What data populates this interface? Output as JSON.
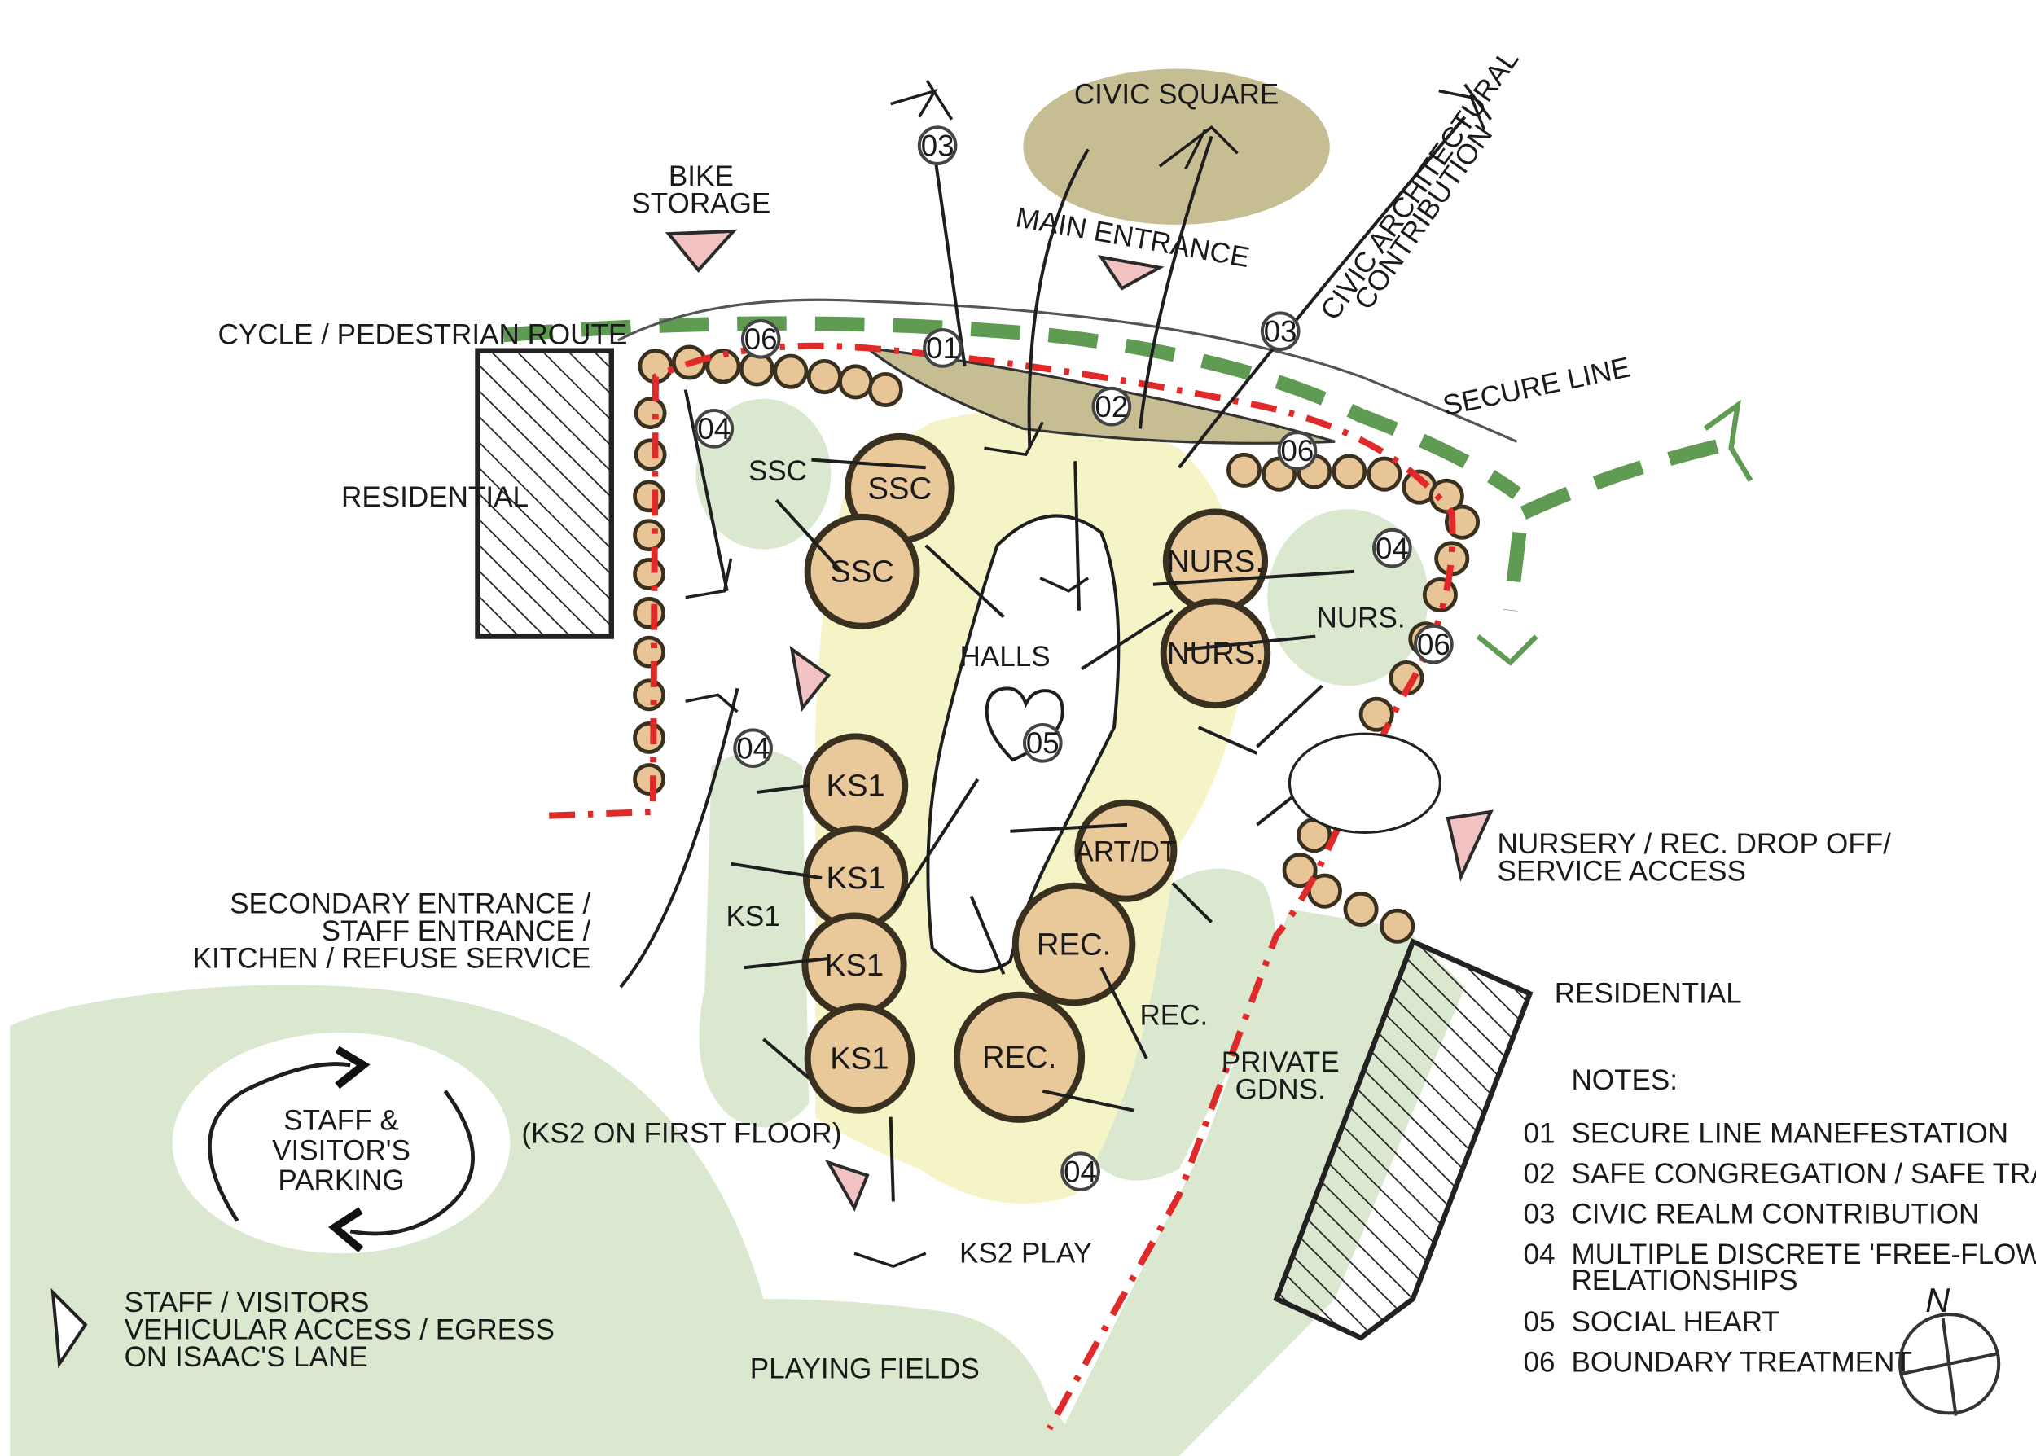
{
  "labels": {
    "civic_square": "CIVIC SQUARE",
    "bike_storage_1": "BIKE",
    "bike_storage_2": "STORAGE",
    "main_entrance": "MAIN ENTRANCE",
    "civic_arch_1": "CIVIC ARCHITECTURAL",
    "civic_arch_2": "CONTRIBUTION",
    "cycle_route": "CYCLE / PEDESTRIAN ROUTE",
    "secure_line": "SECURE LINE",
    "residential_top": "RESIDENTIAL",
    "residential_bottom": "RESIDENTIAL",
    "halls": "HALLS",
    "secondary_1": "SECONDARY ENTRANCE /",
    "secondary_2": "STAFF ENTRANCE /",
    "secondary_3": "KITCHEN / REFUSE SERVICE",
    "nursery_drop_1": "NURSERY / REC. DROP OFF/",
    "nursery_drop_2": "SERVICE ACCESS",
    "ks2_first_floor": "(KS2 ON FIRST FLOOR)",
    "ks2_play": "KS2 PLAY",
    "playing_fields": "PLAYING FIELDS",
    "private_gdns_1": "PRIVATE",
    "private_gdns_2": "GDNS.",
    "parking_1": "STAFF &",
    "parking_2": "VISITOR'S",
    "parking_3": "PARKING",
    "vehicle_1": "STAFF / VISITORS",
    "vehicle_2": "VEHICULAR ACCESS / EGRESS",
    "vehicle_3": "ON ISAAC'S LANE",
    "outdoor_ssc": "SSC",
    "outdoor_nurs": "NURS.",
    "outdoor_ks1": "KS1",
    "outdoor_rec": "REC."
  },
  "buildings": {
    "ssc_1": "SSC",
    "ssc_2": "SSC",
    "nurs_1": "NURS.",
    "nurs_2": "NURS.",
    "ks1_1": "KS1",
    "ks1_2": "KS1",
    "ks1_3": "KS1",
    "ks1_4": "KS1",
    "art_dt": "ART/DT",
    "rec_1": "REC.",
    "rec_2": "REC."
  },
  "markers": {
    "m01": "01",
    "m02": "02",
    "m03a": "03",
    "m03b": "03",
    "m04a": "04",
    "m04b": "04",
    "m04c": "04",
    "m04d": "04",
    "m05": "05",
    "m06a": "06",
    "m06b": "06",
    "m06c": "06"
  },
  "notes": {
    "title": "NOTES:",
    "items": [
      {
        "num": "01",
        "text": "SECURE LINE MANEFESTATION"
      },
      {
        "num": "02",
        "text": "SAFE CONGREGATION / SAFE TRANSITION"
      },
      {
        "num": "03",
        "text": "CIVIC REALM CONTRIBUTION"
      },
      {
        "num": "04",
        "text": "MULTIPLE DISCRETE 'FREE-FLOW'",
        "text2": "RELATIONSHIPS"
      },
      {
        "num": "05",
        "text": "SOCIAL HEART"
      },
      {
        "num": "06",
        "text": "BOUNDARY TREATMENT"
      }
    ]
  },
  "north_label": "N",
  "colors": {
    "civic": "#c7bd92",
    "green_space": "#d9e8cf",
    "courtyard": "#f5f4c6",
    "building": "#e9c89a",
    "secure_line": "#e02a2a",
    "cycle_route": "#5f9b53",
    "access_triangle": "#f2c2c2"
  }
}
